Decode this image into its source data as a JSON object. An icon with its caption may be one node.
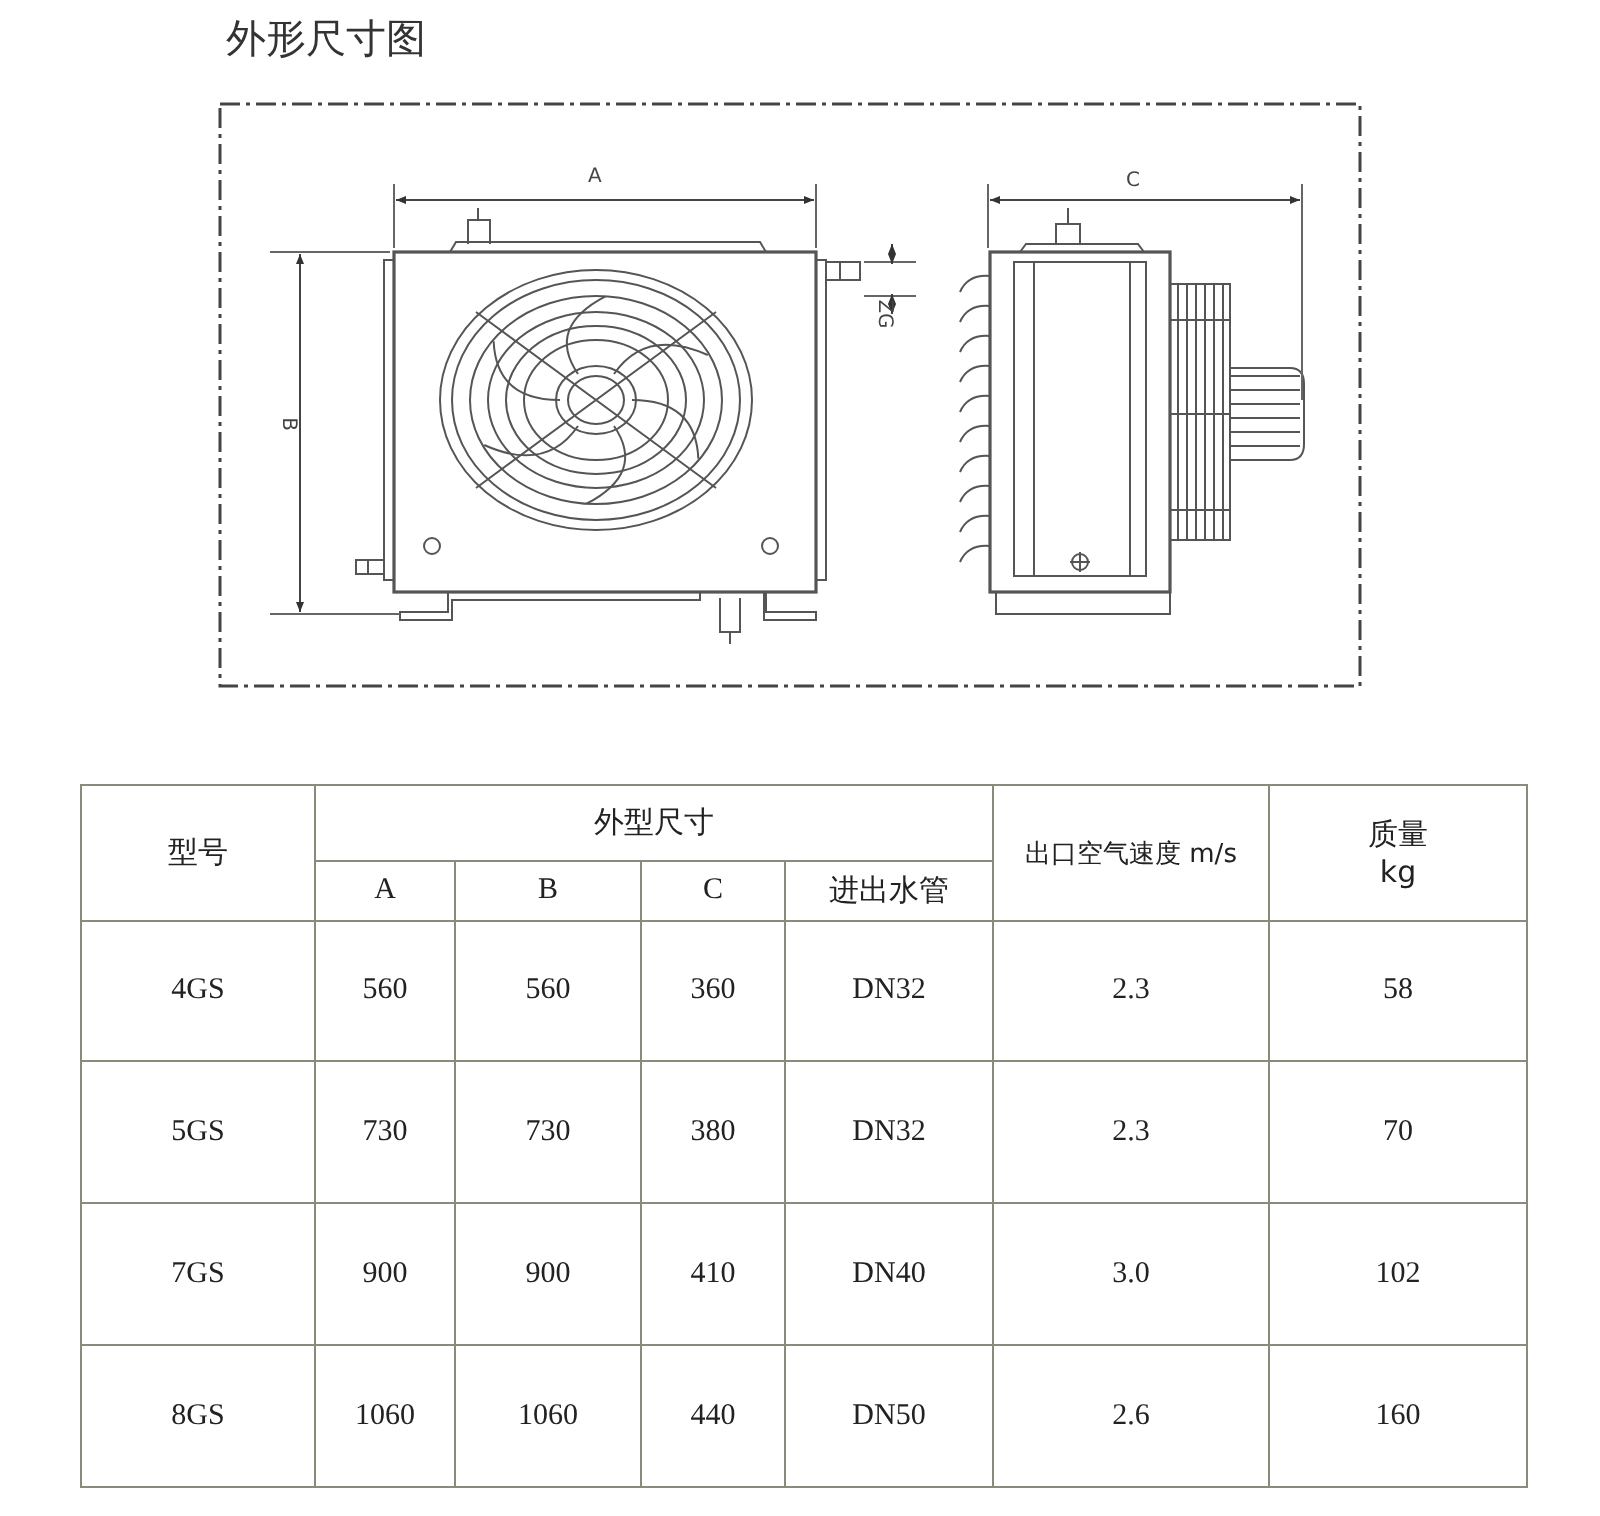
{
  "diagram": {
    "title": "外形尺寸图",
    "labels": [
      "A",
      "ZG",
      "B",
      "C",
      "型号",
      "外型尺寸",
      "出口空气速度 m/s",
      "质量 kg",
      "A",
      "B",
      "C",
      "进出水管",
      "4GS",
      "560",
      "560",
      "360",
      "DN32",
      "2.3",
      "58",
      "5GS",
      "730",
      "730",
      "380",
      "DN32",
      "2.3",
      "70",
      "7GS",
      "900",
      "900",
      "410",
      "DN40",
      "3.0",
      "102",
      "8GS",
      "1060",
      "1060",
      "440",
      "DN50",
      "2.6",
      "160"
    ]
  }
}
